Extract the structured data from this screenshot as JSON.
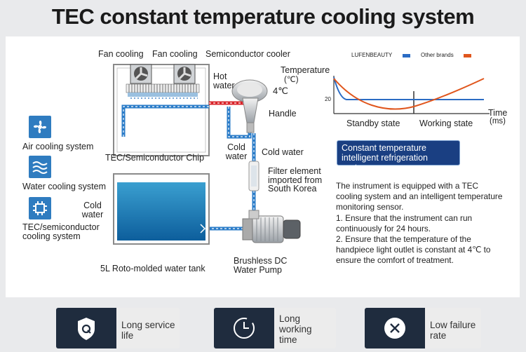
{
  "title": "TEC constant temperature cooling system",
  "diagram": {
    "fan_cooling_1": "Fan cooling",
    "fan_cooling_2": "Fan cooling",
    "semiconductor_cooler": "Semiconductor cooler",
    "hot_water": "Hot water",
    "temp_reading": "4℃",
    "handle": "Handle",
    "cold_water_1": "Cold water",
    "cold_water_2": "Cold water",
    "cold_water_3": "Cold water",
    "tec_chip": "TEC/Semiconductor Chip",
    "filter": "Filter element imported from South Korea",
    "tank": "5L Roto-molded water tank",
    "pump": "Brushless DC Water Pump"
  },
  "features": [
    {
      "label": "Air cooling system",
      "icon": "fan-icon"
    },
    {
      "label": "Water cooling system",
      "icon": "water-waves-icon"
    },
    {
      "label": "TEC/semiconductor cooling system",
      "icon": "chip-icon"
    }
  ],
  "chart": {
    "ylabel": "Temperature",
    "yunit": "(℃)",
    "tick_20": "20",
    "xlabel": "Time",
    "xunit": "(ms)",
    "state_standby": "Standby state",
    "state_working": "Working state",
    "legend": [
      {
        "name": "LUFENBEAUTY",
        "color": "#2b6cc4"
      },
      {
        "name": "Other brands",
        "color": "#e0561d"
      }
    ]
  },
  "chart_data": {
    "type": "line",
    "ylabel": "Temperature (℃)",
    "xlabel": "Time (ms)",
    "yticks": [
      20
    ],
    "regions": [
      "Standby state",
      "Working state"
    ],
    "series": [
      {
        "name": "LUFENBEAUTY",
        "color": "#2b6cc4",
        "points": [
          [
            0,
            1.0
          ],
          [
            0.07,
            0.25
          ],
          [
            1.0,
            0.25
          ]
        ]
      },
      {
        "name": "Other brands",
        "color": "#e0561d",
        "points": [
          [
            0,
            1.0
          ],
          [
            0.1,
            0.55
          ],
          [
            0.3,
            0.2
          ],
          [
            0.45,
            0.05
          ],
          [
            0.6,
            0.1
          ],
          [
            0.8,
            0.45
          ],
          [
            1.0,
            0.85
          ]
        ]
      }
    ]
  },
  "info": {
    "banner": "Constant temperature intelligent refrigeration system",
    "intro": "The instrument is equipped with a TEC cooling system and an intelligent temperature monitoring sensor.",
    "point1": "1. Ensure that the instrument can run continuously for 24 hours.",
    "point2": "2. Ensure that the temperature of the handpiece light outlet is constant at 4℃ to ensure the comfort of treatment."
  },
  "cards": [
    {
      "label": "Long service life",
      "icon": "q-shield-icon"
    },
    {
      "label": "Long working time",
      "icon": "clock-icon"
    },
    {
      "label": "Low failure rate",
      "icon": "close-circle-icon"
    }
  ]
}
